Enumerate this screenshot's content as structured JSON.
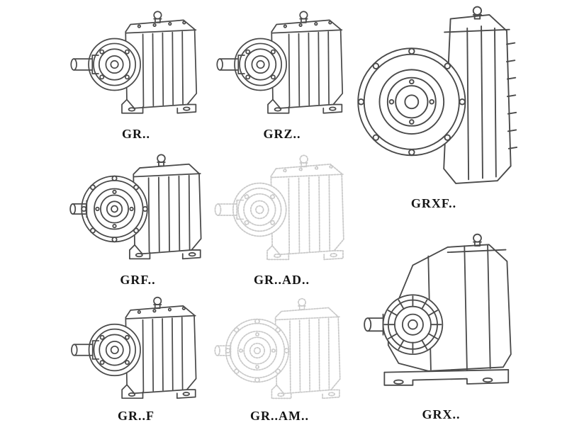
{
  "colors": {
    "background": "#ffffff",
    "line_dark": "#4a4a4a",
    "line_light": "#c9c9c9",
    "label": "#151515"
  },
  "items": [
    {
      "id": "gr",
      "label": "GR.."
    },
    {
      "id": "grz",
      "label": "GRZ.."
    },
    {
      "id": "grxf",
      "label": "GRXF.."
    },
    {
      "id": "grf",
      "label": "GRF.."
    },
    {
      "id": "grad",
      "label": "GR..AD.."
    },
    {
      "id": "grff",
      "label": "GR..F"
    },
    {
      "id": "gram",
      "label": "GR..AM.."
    },
    {
      "id": "grx",
      "label": "GRX.."
    }
  ]
}
